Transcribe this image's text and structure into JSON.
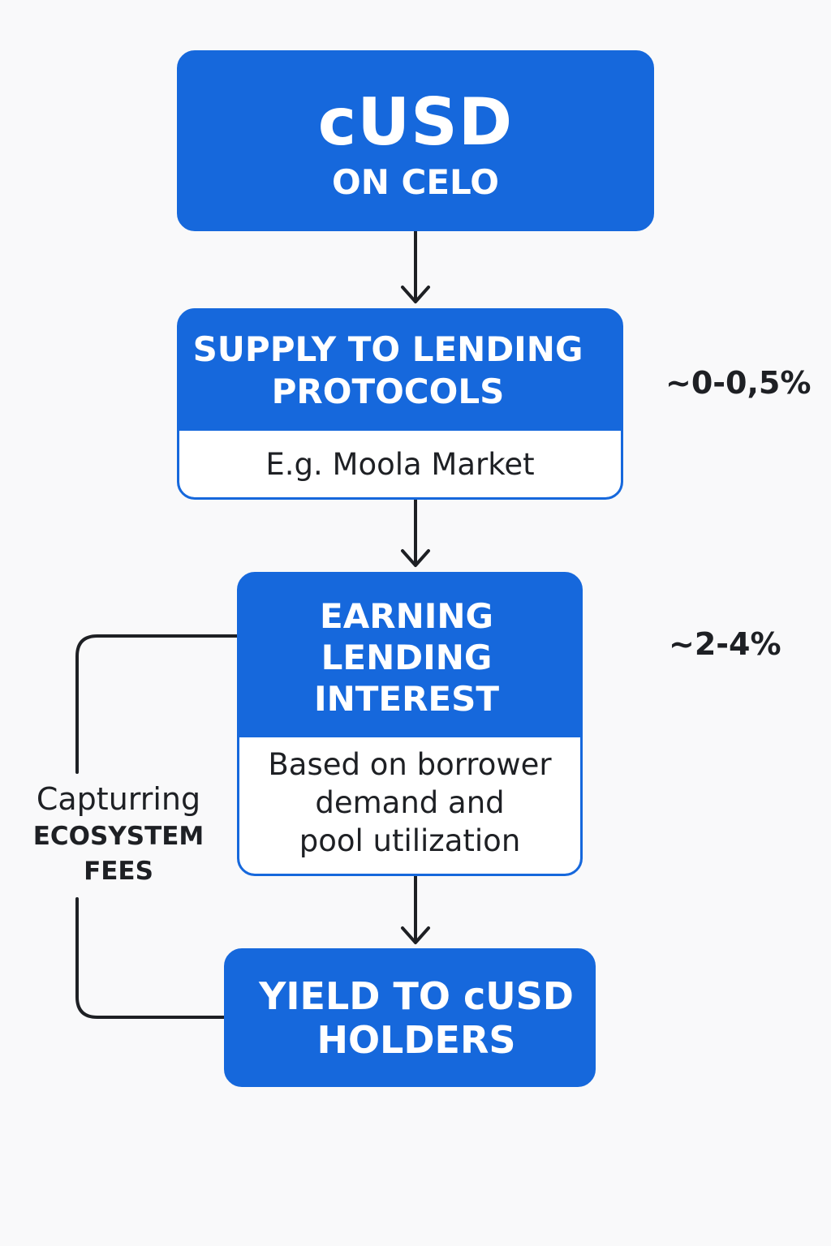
{
  "colors": {
    "box_fill": "#1668dc",
    "box_text": "#ffffff",
    "sub_fill": "#ffffff",
    "line": "#1e2024",
    "background": "#f9f9fa"
  },
  "boxes": {
    "cusd": {
      "title": "cUSD",
      "subtitle": "ON CELO"
    },
    "supply": {
      "title_line1": "SUPPLY TO LENDING",
      "title_line2": "PROTOCOLS",
      "note": "E.g. Moola Market"
    },
    "earning": {
      "title_line1": "EARNING",
      "title_line2": "LENDING",
      "title_line3": "INTEREST",
      "note_line1": "Based on borrower",
      "note_line2": "demand and",
      "note_line3": "pool utilization"
    },
    "yield": {
      "title_line1": "YIELD TO cUSD",
      "title_line2": "HOLDERS"
    }
  },
  "rates": {
    "supply": "~0-0,5%",
    "earning": "~2-4%"
  },
  "feedback": {
    "line1": "Capturring",
    "line2": "ECOSYSTEM",
    "line3": "FEES"
  }
}
